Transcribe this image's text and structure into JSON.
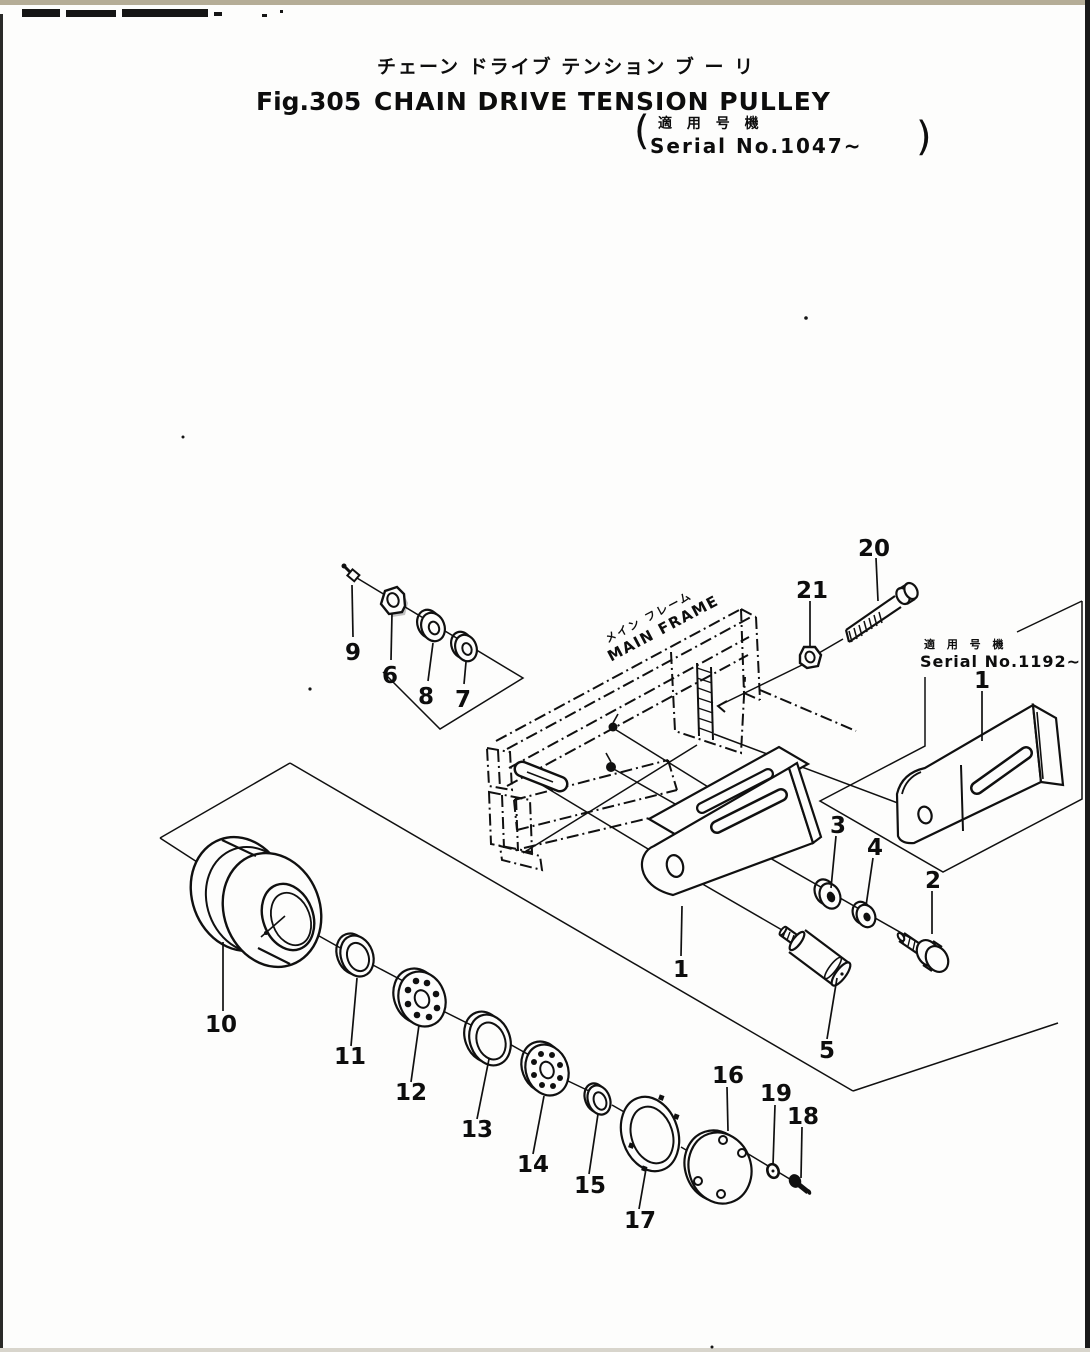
{
  "colors": {
    "ink": "#101010",
    "paper": "#fdfdfc",
    "scan_edge_top": "#b5ad97",
    "scan_edge_side": "#1a1a1a"
  },
  "header": {
    "title_ja": "チェーン ドライブ テンション ブ ー リ",
    "fig_no": "Fig.305",
    "title_en": "CHAIN DRIVE TENSION PULLEY",
    "paren_open": "(",
    "applicable_ja": "適 用 号 機",
    "applicable_serial": "Serial No.1047~",
    "paren_close": ")"
  },
  "diagram": {
    "main_frame_label_ja": "メイン フレーム",
    "main_frame_label_en": "MAIN FRAME",
    "alt_part_note_ja": "適 用 号 機",
    "alt_part_note_serial": "Serial No.1192~",
    "callouts": {
      "c1a": "1",
      "c1b": "1",
      "c2": "2",
      "c3": "3",
      "c4": "4",
      "c5": "5",
      "c6": "6",
      "c7": "7",
      "c8": "8",
      "c9": "9",
      "c10": "10",
      "c11": "11",
      "c12": "12",
      "c13": "13",
      "c14": "14",
      "c15": "15",
      "c16": "16",
      "c17": "17",
      "c18": "18",
      "c19": "19",
      "c20": "20",
      "c21": "21"
    }
  }
}
